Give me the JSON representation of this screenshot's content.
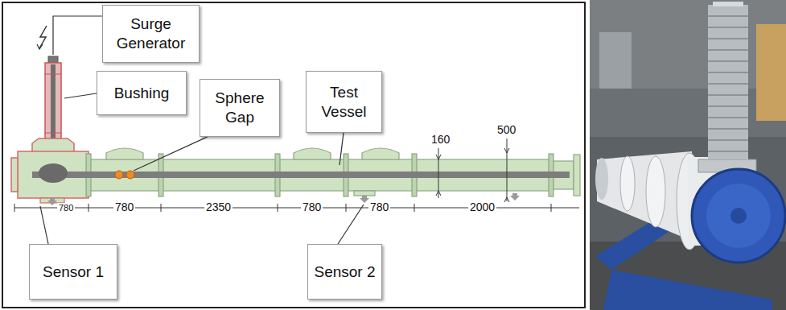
{
  "diagram": {
    "nodes": [
      {
        "text": [
          "Surge Generator"
        ]
      },
      {
        "text": [
          "Bushing"
        ]
      },
      {
        "text": [
          "Sphere Gap"
        ]
      },
      {
        "text": [
          "Test Vessel"
        ]
      },
      {
        "text": [
          "Sensor 1"
        ]
      },
      {
        "text": [
          "Sensor 2"
        ]
      }
    ],
    "labels": [
      "780",
      "780",
      "2350",
      "780",
      "780",
      "2000",
      "160",
      "500"
    ]
  }
}
